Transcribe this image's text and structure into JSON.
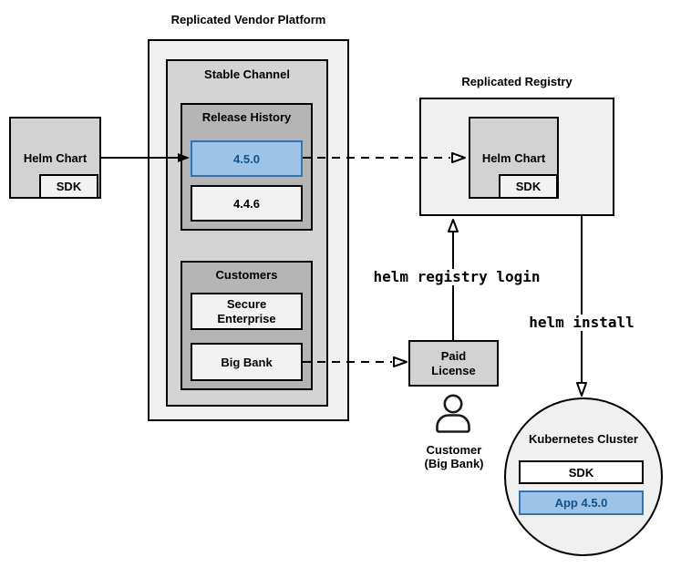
{
  "colors": {
    "background": "#ffffff",
    "panel_lightest": "#f0f0f0",
    "panel_mid": "#d4d4d4",
    "panel_dark": "#b5b5b5",
    "box_light": "#f2f2f2",
    "box_grey": "#d2d2d2",
    "highlight_fill": "#9dc3e6",
    "highlight_border": "#2e75b6",
    "highlight_text": "#11518f",
    "line": "#000000"
  },
  "platform": {
    "title": "Replicated Vendor Platform",
    "stable_channel": {
      "label": "Stable Channel",
      "release_history": {
        "label": "Release History",
        "versions": [
          {
            "label": "4.5.0",
            "highlighted": true
          },
          {
            "label": "4.4.6",
            "highlighted": false
          }
        ]
      },
      "customers": {
        "label": "Customers",
        "items": [
          {
            "label": "Secure Enterprise"
          },
          {
            "label": "Big Bank"
          }
        ]
      }
    }
  },
  "source_chart": {
    "label": "Helm Chart",
    "sdk": "SDK"
  },
  "registry": {
    "title": "Replicated Registry",
    "chart_label": "Helm Chart",
    "sdk": "SDK"
  },
  "license": {
    "label": "Paid License"
  },
  "customer": {
    "label": "Customer",
    "sublabel": "(Big Bank)"
  },
  "cluster": {
    "title": "Kubernetes Cluster",
    "sdk": "SDK",
    "app": "App 4.5.0"
  },
  "commands": {
    "registry_login": "helm registry login",
    "install": "helm install"
  }
}
